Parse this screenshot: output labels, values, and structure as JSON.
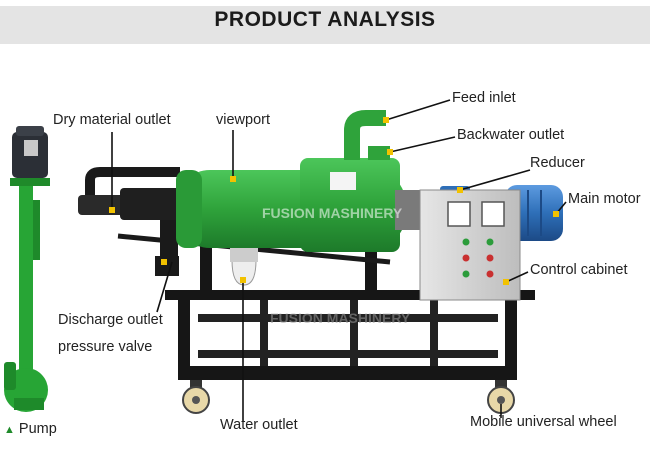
{
  "header": {
    "title": "PRODUCT ANALYSIS"
  },
  "watermark": "FUSION MASHINERY",
  "labels": {
    "dry_material_outlet": "Dry material outlet",
    "viewport": "viewport",
    "feed_inlet": "Feed inlet",
    "backwater_outlet": "Backwater outlet",
    "reducer": "Reducer",
    "main_motor": "Main motor",
    "control_cabinet": "Control cabinet",
    "discharge_outlet": "Discharge outlet",
    "pressure_valve": "pressure valve",
    "water_outlet": "Water outlet",
    "mobile_universal_wheel": "Mobile universal wheel",
    "pump": "Pump"
  },
  "icons": {
    "pump_marker": "triangle-up-icon"
  },
  "colors": {
    "machine_green": "#2fa33b",
    "frame_black": "#161616",
    "motor_blue": "#2e6fb8",
    "cabinet_gray": "#d2d2d2",
    "marker_yellow": "#f2c200"
  }
}
